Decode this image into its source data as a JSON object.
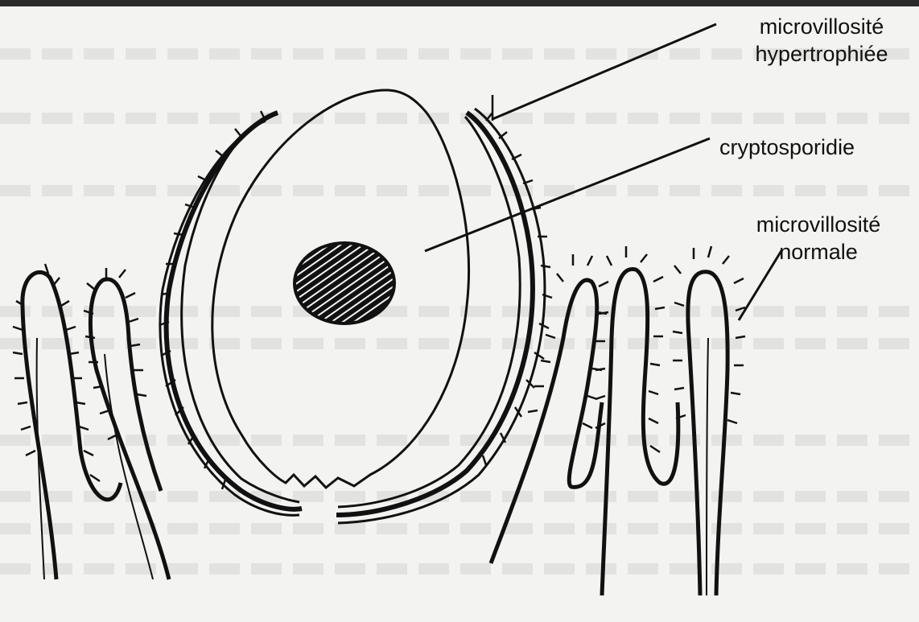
{
  "labels": {
    "hypertrophied": {
      "line1": "microvillosité",
      "line2": "hypertrophiée"
    },
    "cryptosporidium": {
      "text": "cryptosporidie"
    },
    "normal": {
      "line1": "microvillosité",
      "line2": "normale"
    }
  },
  "colors": {
    "ink": "#111111",
    "paper": "#f3f3f1"
  }
}
